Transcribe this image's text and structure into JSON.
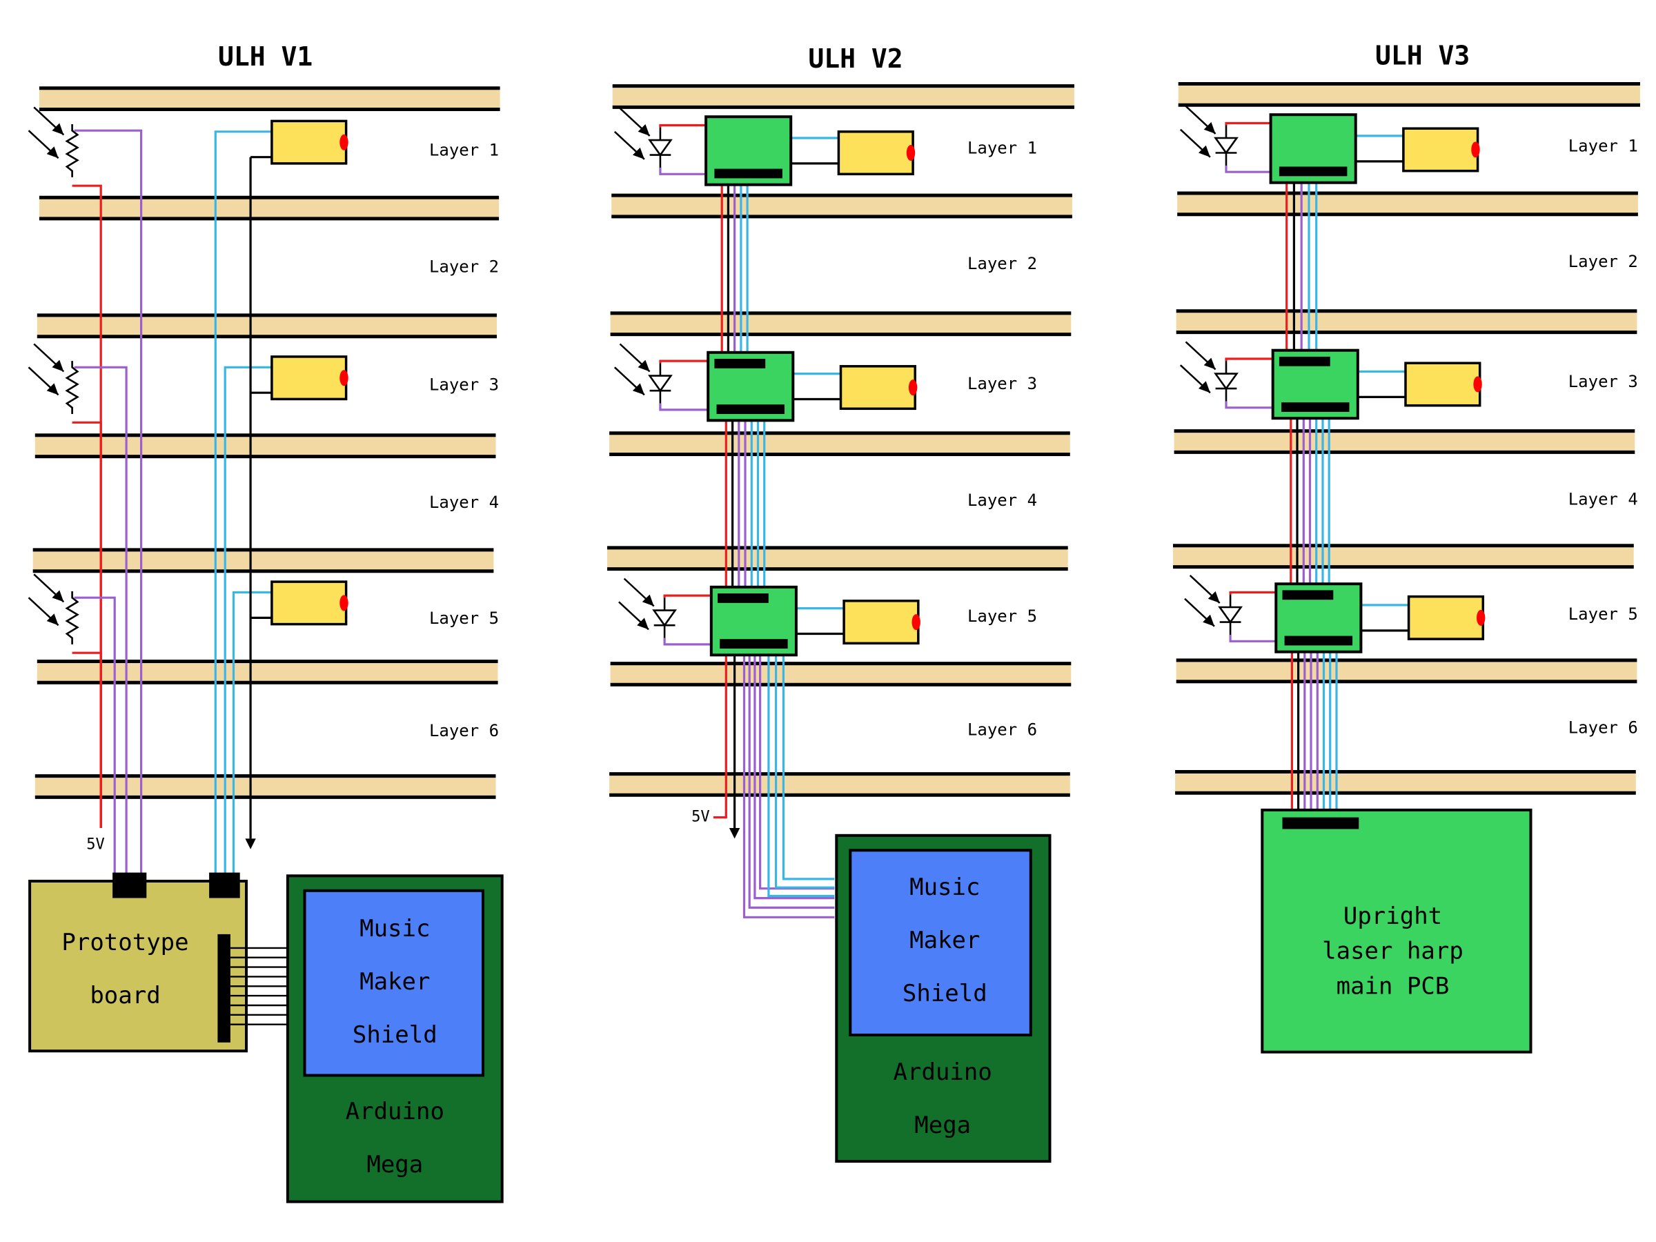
{
  "colors": {
    "shelf": "#f2d9a4",
    "power": "#ee1c1c",
    "sensor": "#9b5fd0",
    "laser": "#38b6e8",
    "ground": "#000000",
    "module_fill": "#3cd461",
    "laser_body": "#fde15a",
    "laser_tip": "#ff0000",
    "proto_board": "#cdc45e",
    "arduino": "#12702a",
    "shield": "#4c7ff8",
    "main_pcb": "#3cd461"
  },
  "icons": {
    "photoresistor": "photoresistor-icon",
    "photodiode": "photodiode-icon",
    "laser": "laser-module-icon",
    "connector": "connector-icon"
  },
  "versions": [
    {
      "title": "ULH V1",
      "layer_labels": [
        "Layer 1",
        "Layer 2",
        "Layer 3",
        "Layer 4",
        "Layer 5",
        "Layer 6"
      ],
      "sensor_type": "photoresistor",
      "supply_label": "5V",
      "blocks": {
        "proto": "Prototype\nboard",
        "shield": "Music\nMaker\nShield",
        "arduino": "Arduino\nMega"
      }
    },
    {
      "title": "ULH V2",
      "layer_labels": [
        "Layer 1",
        "Layer 2",
        "Layer 3",
        "Layer 4",
        "Layer 5",
        "Layer 6"
      ],
      "sensor_type": "photodiode",
      "supply_label": "5V",
      "blocks": {
        "shield": "Music\nMaker\nShield",
        "arduino": "Arduino\nMega"
      }
    },
    {
      "title": "ULH V3",
      "layer_labels": [
        "Layer 1",
        "Layer 2",
        "Layer 3",
        "Layer 4",
        "Layer 5",
        "Layer 6"
      ],
      "sensor_type": "photodiode",
      "blocks": {
        "main_pcb": "Upright\nlaser harp\nmain PCB"
      }
    }
  ]
}
